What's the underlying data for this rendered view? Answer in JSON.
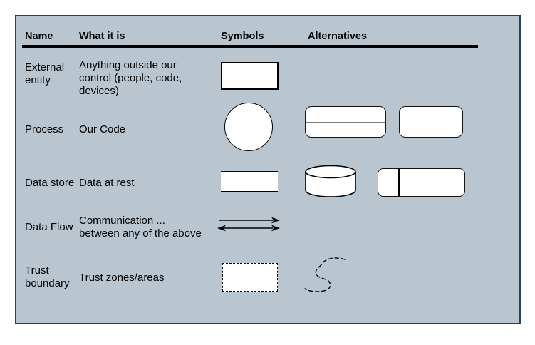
{
  "colors": {
    "page_bg": "#ffffff",
    "panel_bg": "#b9c6d0",
    "panel_border": "#23405c",
    "header_rule": "#000000",
    "shape_fill": "#ffffff",
    "shape_stroke": "#000000",
    "process_divider_gray": "#7d7d7d",
    "text": "#000000"
  },
  "header": {
    "name": "Name",
    "what": "What it is",
    "symbols": "Symbols",
    "alternatives": "Alternatives"
  },
  "rows": [
    {
      "id": "external-entity",
      "name": "External\nentity",
      "what": "Anything outside our\ncontrol (people, code,\ndevices)",
      "symbol": "rectangle",
      "alternatives": []
    },
    {
      "id": "process",
      "name": "Process",
      "what": "Our Code",
      "symbol": "circle",
      "alternatives": [
        "rounded-rectangle-with-horizontal-divider",
        "rounded-rectangle"
      ]
    },
    {
      "id": "data-store",
      "name": "Data store",
      "what": "Data at rest",
      "symbol": "open-ended-rectangle-parallel-lines",
      "alternatives": [
        "database-cylinder",
        "rounded-rectangle-with-vertical-divider"
      ]
    },
    {
      "id": "data-flow",
      "name": "Data Flow",
      "what": "Communication ...\nbetween any of the above",
      "symbol": "right-arrow-and-double-headed-arrow",
      "alternatives": []
    },
    {
      "id": "trust-boundary",
      "name": "Trust\nboundary",
      "what": "Trust zones/areas",
      "symbol": "dashed-rectangle",
      "alternatives": [
        "dashed-s-curve"
      ]
    }
  ]
}
